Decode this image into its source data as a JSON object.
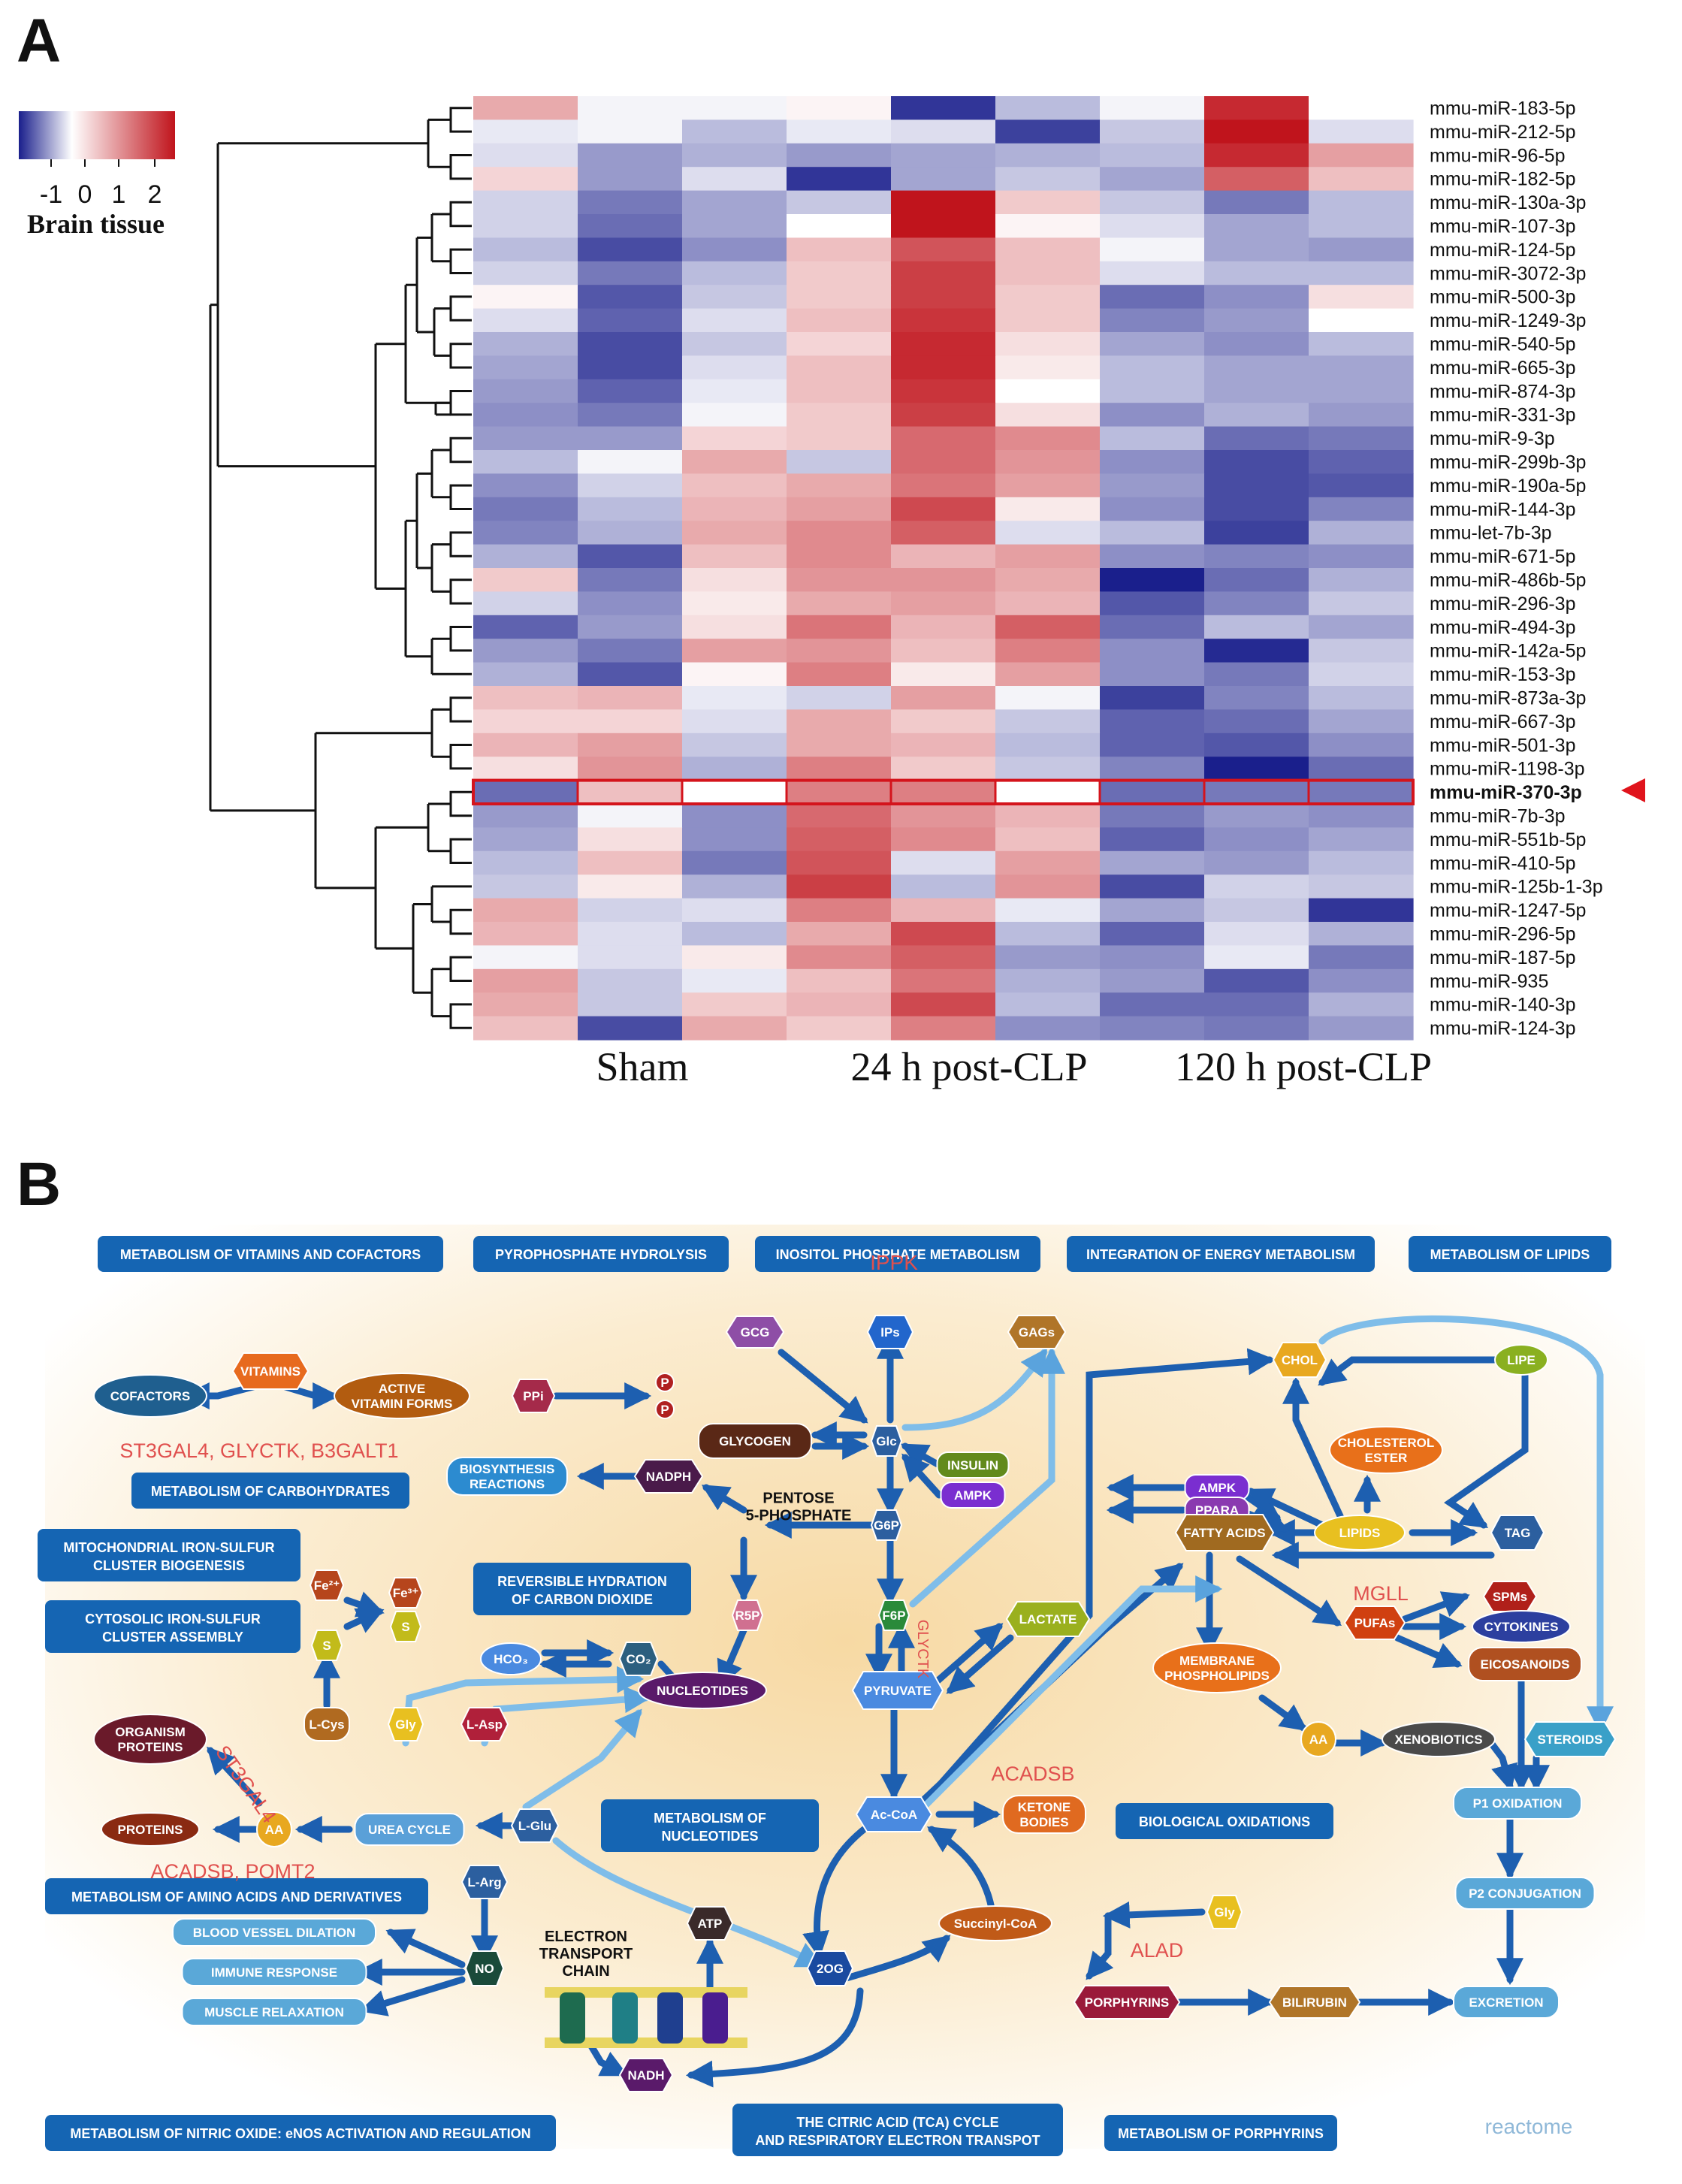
{
  "panels": {
    "a_letter": "A",
    "b_letter": "B"
  },
  "panel_a": {
    "legend": {
      "title": "Brain tissue",
      "ticks": [
        "-1",
        "0",
        "1",
        "2"
      ],
      "low_color": "#1a1f8c",
      "mid_color": "#ffffff",
      "high_color": "#c0141c"
    },
    "groups": [
      "Sham",
      "24 h post-CLP",
      "120 h post-CLP"
    ],
    "highlight_marker": "red-triangle",
    "highlight_row": 29
  },
  "chart_data": {
    "type": "heatmap",
    "columns_per_group": 3,
    "groups": [
      "Sham",
      "24 h post-CLP",
      "120 h post-CLP"
    ],
    "rows": [
      "mmu-miR-183-5p",
      "mmu-miR-212-5p",
      "mmu-miR-96-5p",
      "mmu-miR-182-5p",
      "mmu-miR-130a-3p",
      "mmu-miR-107-3p",
      "mmu-miR-124-5p",
      "mmu-miR-3072-3p",
      "mmu-miR-500-3p",
      "mmu-miR-1249-3p",
      "mmu-miR-540-5p",
      "mmu-miR-665-3p",
      "mmu-miR-874-3p",
      "mmu-miR-331-3p",
      "mmu-miR-9-3p",
      "mmu-miR-299b-3p",
      "mmu-miR-190a-5p",
      "mmu-miR-144-3p",
      "mmu-let-7b-3p",
      "mmu-miR-671-5p",
      "mmu-miR-486b-5p",
      "mmu-miR-296-3p",
      "mmu-miR-494-3p",
      "mmu-miR-142a-5p",
      "mmu-miR-153-3p",
      "mmu-miR-873a-3p",
      "mmu-miR-667-3p",
      "mmu-miR-501-3p",
      "mmu-miR-1198-3p",
      "mmu-miR-370-3p",
      "mmu-miR-7b-3p",
      "mmu-miR-551b-5p",
      "mmu-miR-410-5p",
      "mmu-miR-125b-1-3p",
      "mmu-miR-1247-5p",
      "mmu-miR-296-5p",
      "mmu-miR-187-5p",
      "mmu-miR-935",
      "mmu-miR-140-3p",
      "mmu-miR-124-3p"
    ],
    "values": [
      [
        0.8,
        -0.1,
        -0.1,
        0.1,
        -1.8,
        -0.6,
        -0.1,
        2.0,
        0.0
      ],
      [
        -0.2,
        -0.1,
        -0.6,
        -0.2,
        -0.3,
        -1.7,
        -0.5,
        2.3,
        -0.3
      ],
      [
        -0.3,
        -0.9,
        -0.7,
        -0.9,
        -0.8,
        -0.7,
        -0.6,
        2.0,
        0.9
      ],
      [
        0.4,
        -0.9,
        -0.3,
        -1.8,
        -0.8,
        -0.5,
        -0.8,
        1.5,
        0.6
      ],
      [
        -0.4,
        -1.2,
        -0.8,
        -0.5,
        2.3,
        0.5,
        -0.5,
        -1.2,
        -0.6
      ],
      [
        -0.4,
        -1.3,
        -0.8,
        0.0,
        2.2,
        0.1,
        -0.3,
        -0.8,
        -0.6
      ],
      [
        -0.6,
        -1.6,
        -1.0,
        0.6,
        1.6,
        0.6,
        -0.1,
        -0.8,
        -0.9
      ],
      [
        -0.4,
        -1.2,
        -0.6,
        0.5,
        1.8,
        0.6,
        -0.3,
        -0.6,
        -0.6
      ],
      [
        0.1,
        -1.5,
        -0.5,
        0.5,
        1.8,
        0.5,
        -1.3,
        -1.0,
        0.3
      ],
      [
        -0.3,
        -1.4,
        -0.3,
        0.6,
        1.9,
        0.5,
        -1.1,
        -0.9,
        0.0
      ],
      [
        -0.7,
        -1.6,
        -0.5,
        0.4,
        2.0,
        0.3,
        -0.8,
        -1.0,
        -0.6
      ],
      [
        -0.8,
        -1.6,
        -0.3,
        0.6,
        2.0,
        0.2,
        -0.6,
        -0.8,
        -0.8
      ],
      [
        -0.9,
        -1.4,
        -0.2,
        0.6,
        1.9,
        0.0,
        -0.6,
        -0.8,
        -0.8
      ],
      [
        -1.0,
        -1.2,
        -0.1,
        0.5,
        1.8,
        0.3,
        -1.0,
        -0.7,
        -0.9
      ],
      [
        -0.9,
        -0.9,
        0.4,
        0.5,
        1.4,
        1.1,
        -0.6,
        -1.3,
        -1.2
      ],
      [
        -0.6,
        -0.1,
        0.8,
        -0.5,
        1.4,
        1.0,
        -1.0,
        -1.6,
        -1.4
      ],
      [
        -1.0,
        -0.4,
        0.6,
        0.8,
        1.3,
        0.9,
        -0.9,
        -1.6,
        -1.5
      ],
      [
        -1.2,
        -0.6,
        0.7,
        0.9,
        1.7,
        0.2,
        -1.0,
        -1.6,
        -1.1
      ],
      [
        -1.1,
        -0.7,
        0.8,
        1.1,
        1.5,
        -0.3,
        -0.6,
        -1.7,
        -0.7
      ],
      [
        -0.7,
        -1.5,
        0.6,
        1.1,
        0.7,
        0.9,
        -1.0,
        -1.1,
        -1.0
      ],
      [
        0.5,
        -1.2,
        0.3,
        1.0,
        1.0,
        0.8,
        -2.0,
        -1.3,
        -0.7
      ],
      [
        -0.4,
        -1.0,
        0.2,
        0.8,
        0.9,
        0.7,
        -1.5,
        -1.1,
        -0.5
      ],
      [
        -1.4,
        -0.9,
        0.3,
        1.3,
        0.7,
        1.5,
        -1.3,
        -0.6,
        -0.8
      ],
      [
        -0.9,
        -1.2,
        0.9,
        1.0,
        0.6,
        1.2,
        -1.0,
        -1.9,
        -0.5
      ],
      [
        -0.7,
        -1.5,
        0.1,
        1.2,
        0.2,
        0.9,
        -1.0,
        -1.2,
        -0.4
      ],
      [
        0.6,
        0.7,
        -0.2,
        -0.4,
        0.9,
        -0.1,
        -1.7,
        -1.1,
        -0.6
      ],
      [
        0.4,
        0.4,
        -0.3,
        0.8,
        0.5,
        -0.5,
        -1.4,
        -1.3,
        -0.8
      ],
      [
        0.7,
        0.9,
        -0.5,
        0.8,
        0.7,
        -0.6,
        -1.4,
        -1.5,
        -1.0
      ],
      [
        0.3,
        1.0,
        -0.7,
        1.2,
        0.5,
        -0.5,
        -1.1,
        -2.0,
        -1.3
      ],
      [
        -1.3,
        0.6,
        0.0,
        1.2,
        1.2,
        0.0,
        -1.3,
        -1.2,
        -1.2
      ],
      [
        -0.9,
        -0.1,
        -1.0,
        1.4,
        1.0,
        0.7,
        -1.2,
        -0.9,
        -1.0
      ],
      [
        -0.8,
        0.3,
        -1.0,
        1.5,
        1.1,
        0.6,
        -1.4,
        -1.0,
        -0.8
      ],
      [
        -0.6,
        0.6,
        -1.2,
        1.6,
        -0.3,
        0.9,
        -0.8,
        -0.9,
        -0.6
      ],
      [
        -0.5,
        0.2,
        -0.7,
        1.8,
        -0.6,
        1.0,
        -1.6,
        -0.4,
        -0.5
      ],
      [
        0.8,
        -0.4,
        -0.3,
        1.2,
        0.7,
        -0.2,
        -0.8,
        -0.5,
        -1.8
      ],
      [
        0.7,
        -0.3,
        -0.6,
        0.8,
        1.7,
        -0.6,
        -1.4,
        -0.3,
        -0.7
      ],
      [
        -0.1,
        -0.3,
        0.2,
        1.1,
        1.5,
        -0.9,
        -1.0,
        -0.2,
        -1.2
      ],
      [
        0.9,
        -0.5,
        -0.2,
        0.6,
        1.3,
        -0.7,
        -0.9,
        -1.5,
        -1.0
      ],
      [
        0.8,
        -0.5,
        0.5,
        0.7,
        1.7,
        -0.6,
        -1.3,
        -1.3,
        -0.7
      ],
      [
        0.6,
        -1.6,
        0.8,
        0.5,
        1.2,
        -1.0,
        -1.1,
        -1.2,
        -0.9
      ]
    ]
  },
  "panel_b": {
    "colors": {
      "box": "#1565b3",
      "box_text": "#ffffff",
      "red_label": "#e0504e",
      "arrow": "#1d5fb0",
      "arrow_light": "#8cc4ec"
    },
    "categories": {
      "vitamins": "METABOLISM OF VITAMINS AND COFACTORS",
      "pyrophosphate": "PYROPHOSPHATE HYDROLYSIS",
      "inositol": "INOSITOL PHOSPHATE METABOLISM",
      "energy": "INTEGRATION OF ENERGY METABOLISM",
      "lipids": "METABOLISM OF LIPIDS",
      "carbs": "METABOLISM OF CARBOHYDRATES",
      "mito_fes_1": "MITOCHONDRIAL IRON-SULFUR",
      "mito_fes_2": "CLUSTER BIOGENESIS",
      "cyto_fes_1": "CYTOSOLIC IRON-SULFUR",
      "cyto_fes_2": "CLUSTER ASSEMBLY",
      "hydration_1": "REVERSIBLE HYDRATION",
      "hydration_2": "OF CARBON DIOXIDE",
      "nucleotides_1": "METABOLISM OF",
      "nucleotides_2": "NUCLEOTIDES",
      "bio_ox": "BIOLOGICAL OXIDATIONS",
      "amino": "METABOLISM OF AMINO ACIDS AND DERIVATIVES",
      "nitric": "METABOLISM OF NITRIC OXIDE: eNOS ACTIVATION AND REGULATION",
      "tca_1": "THE CITRIC ACID (TCA) CYCLE",
      "tca_2": "AND RESPIRATORY ELECTRON TRANSPOT",
      "porphyrins": "METABOLISM OF PORPHYRINS"
    },
    "genes": {
      "ippk": "IPPK",
      "carb_genes": "ST3GAL4, GLYCTK, B3GALT1",
      "st3gal4": "ST3GAL4",
      "acadsb_pomt2": "ACADSB, POMT2",
      "glyctk": "GLYCTK",
      "acadsb": "ACADSB",
      "mgll": "MGLL",
      "alad": "ALAD"
    },
    "nodes": {
      "vitamins": "VITAMINS",
      "cofactors": "COFACTORS",
      "active_1": "ACTIVE",
      "active_2": "VITAMIN FORMS",
      "ppi": "PPi",
      "p": "P",
      "gcg": "GCG",
      "ips": "IPs",
      "gags": "GAGs",
      "glycogen": "GLYCOGEN",
      "glc": "Glc",
      "insulin": "INSULIN",
      "ampk": "AMPK",
      "nadph": "NADPH",
      "biosynth_1": "BIOSYNTHESIS",
      "biosynth_2": "REACTIONS",
      "pentose_1": "PENTOSE",
      "pentose_2": "5-PHOSPHATE",
      "g6p": "G6P",
      "r5p": "R5P",
      "f6p": "F6P",
      "fe2": "Fe²⁺",
      "fe3": "Fe³⁺",
      "s": "S",
      "hco3": "HCO₃",
      "co2": "CO₂",
      "nucleotides": "NUCLEOTIDES",
      "pyruvate": "PYRUVATE",
      "lactate": "LACTATE",
      "organism_1": "ORGANISM",
      "organism_2": "PROTEINS",
      "proteins": "PROTEINS",
      "aa": "AA",
      "lcys": "L-Cys",
      "gly": "Gly",
      "lasp": "L-Asp",
      "urea": "UREA CYCLE",
      "lglu": "L-Glu",
      "larg": "L-Arg",
      "acoa": "Ac-CoA",
      "ketone_1": "KETONE",
      "ketone_2": "BODIES",
      "chol": "CHOL",
      "lipe": "LIPE",
      "cholest_1": "CHOLESTEROL",
      "cholest_2": "ESTER",
      "ppara": "PPARA",
      "fatty": "FATTY ACIDS",
      "lipids": "LIPIDS",
      "tag": "TAG",
      "spms": "SPMs",
      "pufas": "PUFAs",
      "cytokines": "CYTOKINES",
      "eicosanoids": "EICOSANOIDS",
      "memb_1": "MEMBRANE",
      "memb_2": "PHOSPHOLIPIDS",
      "xeno": "XENOBIOTICS",
      "steroids": "STEROIDS",
      "p1": "P1 OXIDATION",
      "p2": "P2 CONJUGATION",
      "excretion": "EXCRETION",
      "etc_1": "ELECTRON",
      "etc_2": "TRANSPORT",
      "etc_3": "CHAIN",
      "atp": "ATP",
      "nadh": "NADH",
      "og": "2OG",
      "succ": "Succinyl-CoA",
      "porph": "PORPHYRINS",
      "bilirubin": "BILIRUBIN",
      "no": "NO",
      "vessel": "BLOOD VESSEL DILATION",
      "immune": "IMMUNE RESPONSE",
      "muscle": "MUSCLE RELAXATION"
    },
    "logo": "reactome"
  }
}
